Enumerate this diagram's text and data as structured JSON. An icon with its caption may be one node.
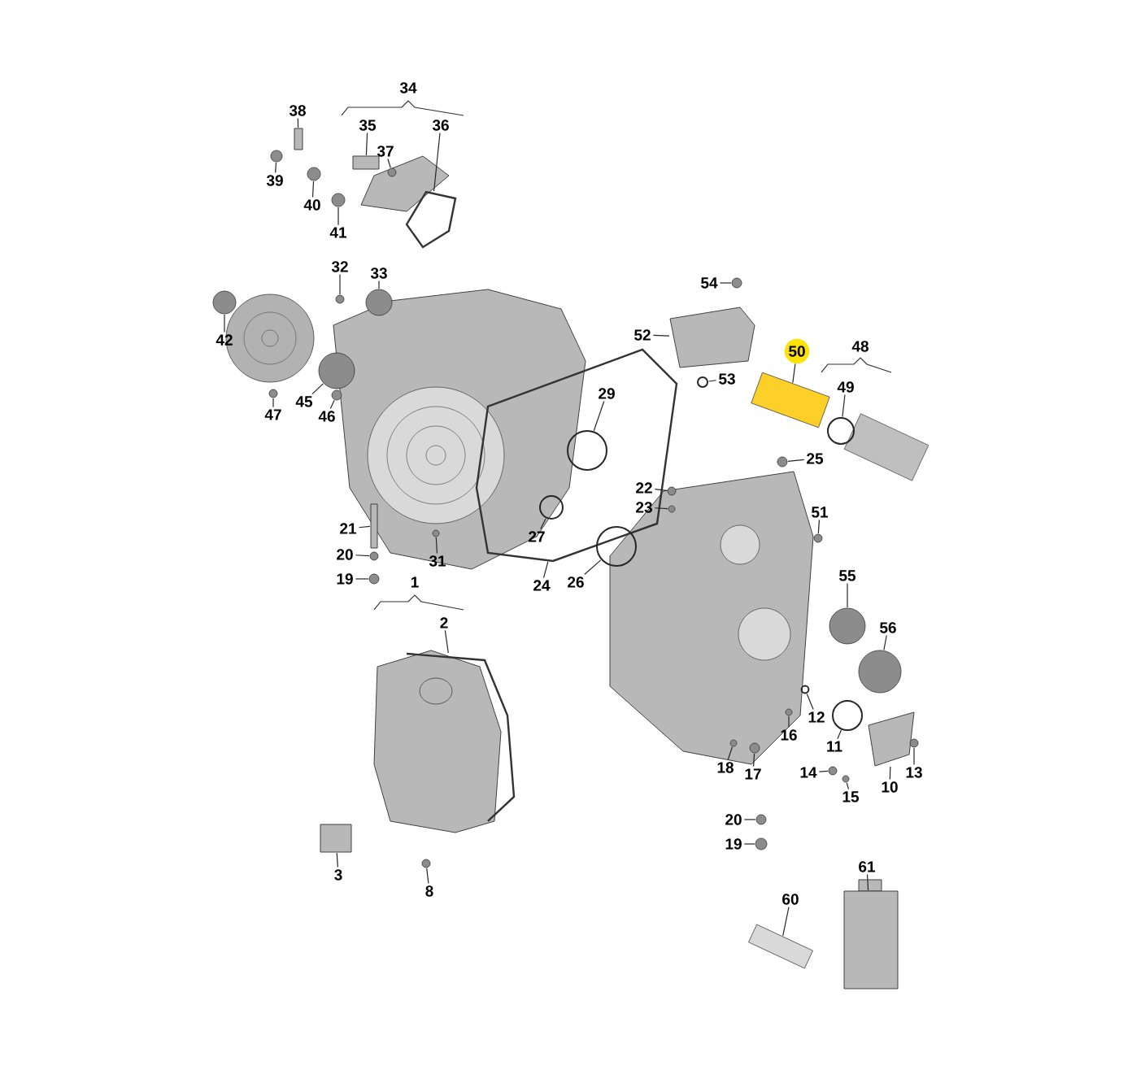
{
  "diagram": {
    "nodes": [
      {
        "text": [
          "34"
        ]
      },
      {
        "text": [
          "38"
        ]
      },
      {
        "text": [
          "35"
        ]
      },
      {
        "text": [
          "36"
        ]
      },
      {
        "text": [
          "37"
        ]
      },
      {
        "text": [
          "39"
        ]
      },
      {
        "text": [
          "40"
        ]
      },
      {
        "text": [
          "41"
        ]
      },
      {
        "text": [
          "32"
        ]
      },
      {
        "text": [
          "33"
        ]
      },
      {
        "text": [
          "54"
        ]
      },
      {
        "text": [
          "42"
        ]
      },
      {
        "text": [
          "52"
        ]
      },
      {
        "text": [
          "50"
        ]
      },
      {
        "text": [
          "48"
        ]
      },
      {
        "text": [
          "53"
        ]
      },
      {
        "text": [
          "49"
        ]
      },
      {
        "text": [
          "29"
        ],
        "in": 80
      },
      {
        "text": [
          "45"
        ]
      },
      {
        "text": [
          "47"
        ]
      },
      {
        "text": [
          "46"
        ]
      },
      {
        "text": [
          "25"
        ]
      },
      {
        "text": [
          "22"
        ],
        "in": 80
      },
      {
        "text": [
          "23"
        ],
        "in": 80
      },
      {
        "text": [
          "51"
        ]
      },
      {
        "text": [
          "21"
        ]
      },
      {
        "text": [
          "27"
        ],
        "in": 80
      },
      {
        "text": [
          "20"
        ]
      },
      {
        "text": [
          "31"
        ]
      },
      {
        "text": [
          "55"
        ]
      },
      {
        "text": [
          "19"
        ]
      },
      {
        "text": [
          "24"
        ]
      },
      {
        "text": [
          "26"
        ]
      },
      {
        "text": [
          "1"
        ]
      },
      {
        "text": [
          "2"
        ]
      },
      {
        "text": [
          "56"
        ]
      },
      {
        "text": [
          "12"
        ]
      },
      {
        "text": [
          "16"
        ]
      },
      {
        "text": [
          "11"
        ]
      },
      {
        "text": [
          "18"
        ]
      },
      {
        "text": [
          "14"
        ]
      },
      {
        "text": [
          "17"
        ]
      },
      {
        "text": [
          "10"
        ]
      },
      {
        "text": [
          "13"
        ]
      },
      {
        "text": [
          "15"
        ]
      },
      {
        "text": [
          "20"
        ]
      },
      {
        "text": [
          "19"
        ]
      },
      {
        "text": [
          "61"
        ]
      },
      {
        "text": [
          "3"
        ]
      },
      {
        "text": [
          "8"
        ]
      },
      {
        "text": [
          "60"
        ]
      },
      {
        "text": [],
        "shape": "box"
      },
      {
        "text": [],
        "shape": "box"
      },
      {
        "text": [],
        "shape": "picture"
      },
      {
        "text": [],
        "shape": "circle"
      },
      {
        "text": [],
        "shape": "circle"
      },
      {
        "text": [],
        "shape": "circle"
      },
      {
        "text": [],
        "shape": "circle"
      },
      {
        "text": [],
        "shape": "circle"
      },
      {
        "text": [],
        "shape": "circle"
      },
      {
        "text": [],
        "shape": "circle"
      },
      {
        "text": [],
        "shape": "circle"
      },
      {
        "text": [],
        "shape": "picture"
      },
      {
        "text": [],
        "shape": "box"
      },
      {
        "text": [],
        "shape": "circle"
      },
      {
        "text": [],
        "shape": "circle"
      },
      {
        "text": [],
        "shape": "circle",
        "in": 80
      },
      {
        "text": [],
        "shape": "circle"
      },
      {
        "text": [],
        "shape": "circle"
      },
      {
        "text": [],
        "shape": "circle"
      },
      {
        "text": [],
        "shape": "circle"
      },
      {
        "text": [],
        "shape": "circle"
      },
      {
        "text": [],
        "shape": "circle"
      },
      {
        "text": [],
        "shape": "circle"
      },
      {
        "text": [],
        "shape": "box"
      },
      {
        "text": [],
        "shape": "circle",
        "in": 80
      },
      {
        "text": [],
        "shape": "circle"
      },
      {
        "text": [],
        "shape": "circle"
      },
      {
        "text": [],
        "shape": "circle"
      },
      {
        "text": [],
        "shape": "circle"
      },
      {
        "text": [],
        "shape": "picture"
      },
      {
        "text": [],
        "shape": "circle"
      },
      {
        "text": [],
        "shape": "picture"
      },
      {
        "text": [],
        "shape": "circle"
      },
      {
        "text": [],
        "shape": "circle"
      },
      {
        "text": [],
        "shape": "circle"
      },
      {
        "text": [],
        "shape": "circle"
      },
      {
        "text": [],
        "shape": "circle"
      },
      {
        "text": [],
        "shape": "circle"
      },
      {
        "text": [],
        "shape": "circle"
      },
      {
        "text": [],
        "shape": "picture"
      },
      {
        "text": [],
        "shape": "circle"
      },
      {
        "text": [],
        "shape": "circle"
      },
      {
        "text": [],
        "shape": "circle"
      },
      {
        "text": [],
        "shape": "circle"
      },
      {
        "text": [],
        "shape": "box"
      },
      {
        "text": [],
        "shape": "box"
      },
      {
        "text": [],
        "shape": "circle"
      },
      {
        "text": [],
        "shape": "box"
      }
    ],
    "edges": [
      {
        "from": 1,
        "to": 51,
        "arrow": "none"
      },
      {
        "from": 2,
        "to": 52,
        "arrow": "none"
      },
      {
        "from": 3,
        "to": 53,
        "arrow": "none"
      },
      {
        "from": 4,
        "to": 54,
        "arrow": "none"
      },
      {
        "from": 5,
        "to": 55,
        "arrow": "none"
      },
      {
        "from": 6,
        "to": 56,
        "arrow": "none"
      },
      {
        "from": 7,
        "to": 57,
        "arrow": "none"
      },
      {
        "from": 8,
        "to": 58,
        "arrow": "none"
      },
      {
        "from": 9,
        "to": 59,
        "arrow": "none"
      },
      {
        "from": 10,
        "to": 60,
        "arrow": "none"
      },
      {
        "from": 11,
        "to": 61,
        "arrow": "none"
      },
      {
        "from": 12,
        "to": 62,
        "arrow": "none"
      },
      {
        "from": 13,
        "to": 63,
        "arrow": "none"
      },
      {
        "from": 15,
        "to": 64,
        "arrow": "none"
      },
      {
        "from": 16,
        "to": 65,
        "arrow": "none"
      },
      {
        "from": 17,
        "to": 66,
        "arrow": "none"
      },
      {
        "from": 18,
        "to": 67,
        "arrow": "none"
      },
      {
        "from": 19,
        "to": 68,
        "arrow": "none"
      },
      {
        "from": 20,
        "to": 69,
        "arrow": "none"
      },
      {
        "from": 21,
        "to": 70,
        "arrow": "none"
      },
      {
        "from": 22,
        "to": 71,
        "arrow": "none"
      },
      {
        "from": 23,
        "to": 72,
        "arrow": "none"
      },
      {
        "from": 24,
        "to": 73,
        "arrow": "none"
      },
      {
        "from": 25,
        "to": 74,
        "arrow": "none"
      },
      {
        "from": 26,
        "to": 75,
        "arrow": "none"
      },
      {
        "from": 27,
        "to": 76,
        "arrow": "none"
      },
      {
        "from": 28,
        "to": 77,
        "arrow": "none"
      },
      {
        "from": 29,
        "to": 78,
        "arrow": "none"
      },
      {
        "from": 30,
        "to": 79,
        "arrow": "none"
      },
      {
        "from": 31,
        "to": 80,
        "arrow": "none"
      },
      {
        "from": 32,
        "to": 81,
        "arrow": "none"
      },
      {
        "from": 34,
        "to": 82,
        "arrow": "none"
      },
      {
        "from": 35,
        "to": 83,
        "arrow": "none"
      },
      {
        "from": 36,
        "to": 84,
        "arrow": "none"
      },
      {
        "from": 37,
        "to": 85,
        "arrow": "none"
      },
      {
        "from": 38,
        "to": 86,
        "arrow": "none"
      },
      {
        "from": 39,
        "to": 87,
        "arrow": "none"
      },
      {
        "from": 40,
        "to": 88,
        "arrow": "none"
      },
      {
        "from": 41,
        "to": 89,
        "arrow": "none"
      },
      {
        "from": 42,
        "to": 90,
        "arrow": "none"
      },
      {
        "from": 43,
        "to": 91,
        "arrow": "none"
      },
      {
        "from": 44,
        "to": 92,
        "arrow": "none"
      },
      {
        "from": 45,
        "to": 93,
        "arrow": "none"
      },
      {
        "from": 46,
        "to": 94,
        "arrow": "none"
      },
      {
        "from": 47,
        "to": 95,
        "arrow": "none"
      },
      {
        "from": 48,
        "to": 96,
        "arrow": "none"
      },
      {
        "from": 49,
        "to": 97,
        "arrow": "none"
      },
      {
        "from": 50,
        "to": 98,
        "arrow": "none"
      }
    ]
  }
}
